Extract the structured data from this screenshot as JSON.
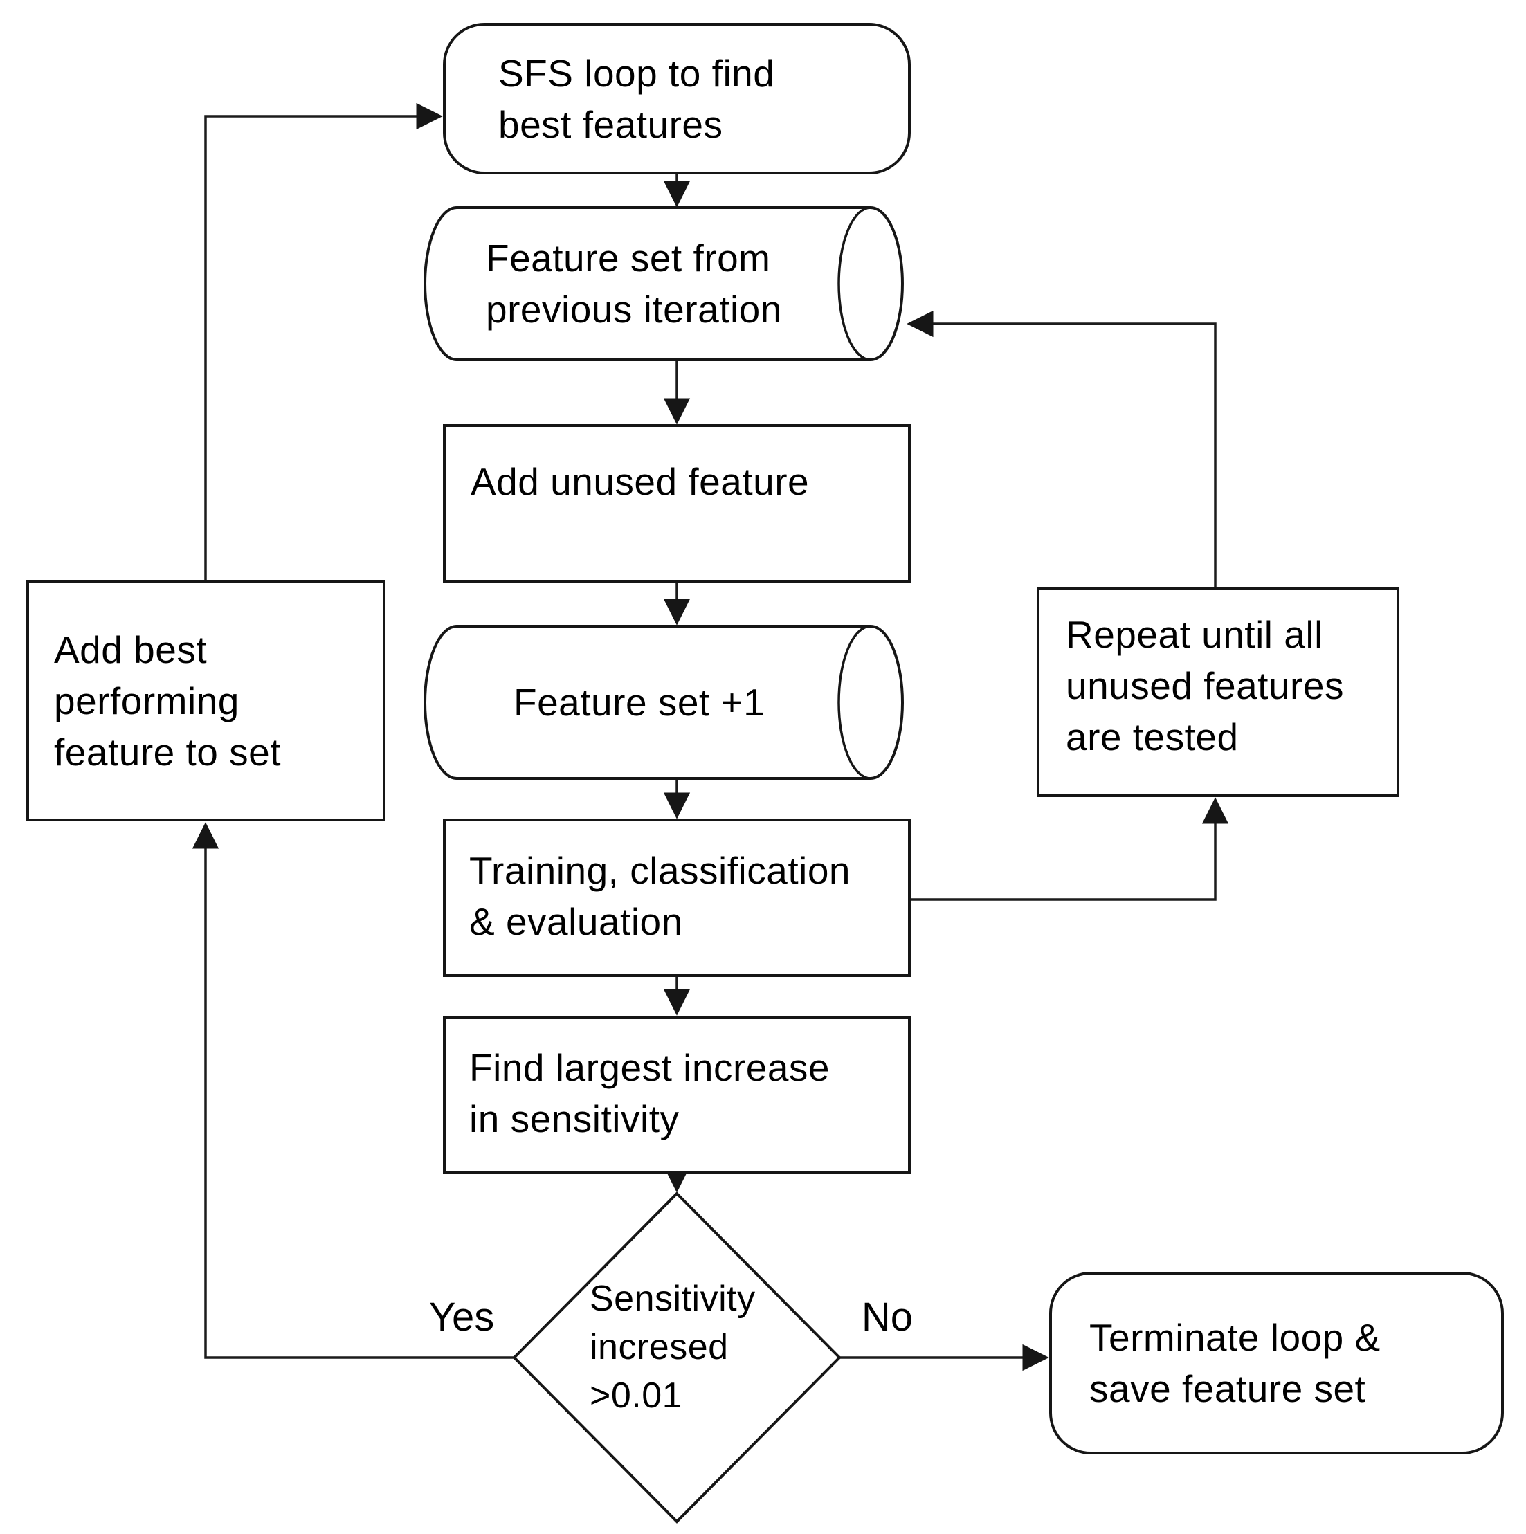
{
  "diagram": {
    "colors": {
      "background": "#ffffff",
      "stroke": "#161616",
      "text": "#000000"
    },
    "nodes": {
      "sfs_loop": {
        "shape": "rounded-rect",
        "label": "SFS loop to find\nbest features"
      },
      "feature_set_prev": {
        "shape": "cylinder",
        "label": "Feature set from\nprevious iteration"
      },
      "add_unused": {
        "shape": "rect",
        "label": "Add unused feature"
      },
      "feature_set_plus1": {
        "shape": "cylinder",
        "label": "Feature set +1"
      },
      "training": {
        "shape": "rect",
        "label": "Training, classification\n& evaluation"
      },
      "find_largest": {
        "shape": "rect",
        "label": "Find largest increase\nin sensitivity"
      },
      "decision": {
        "shape": "diamond",
        "label": "Sensitivity\nincresed\n>0.01"
      },
      "add_best": {
        "shape": "rect",
        "label": "Add best\nperforming\nfeature to set"
      },
      "repeat_until": {
        "shape": "rect",
        "label": "Repeat until all\nunused features\nare tested"
      },
      "terminate": {
        "shape": "rounded-rect",
        "label": "Terminate loop &\nsave feature set"
      }
    },
    "edge_labels": {
      "yes": "Yes",
      "no": "No"
    }
  }
}
